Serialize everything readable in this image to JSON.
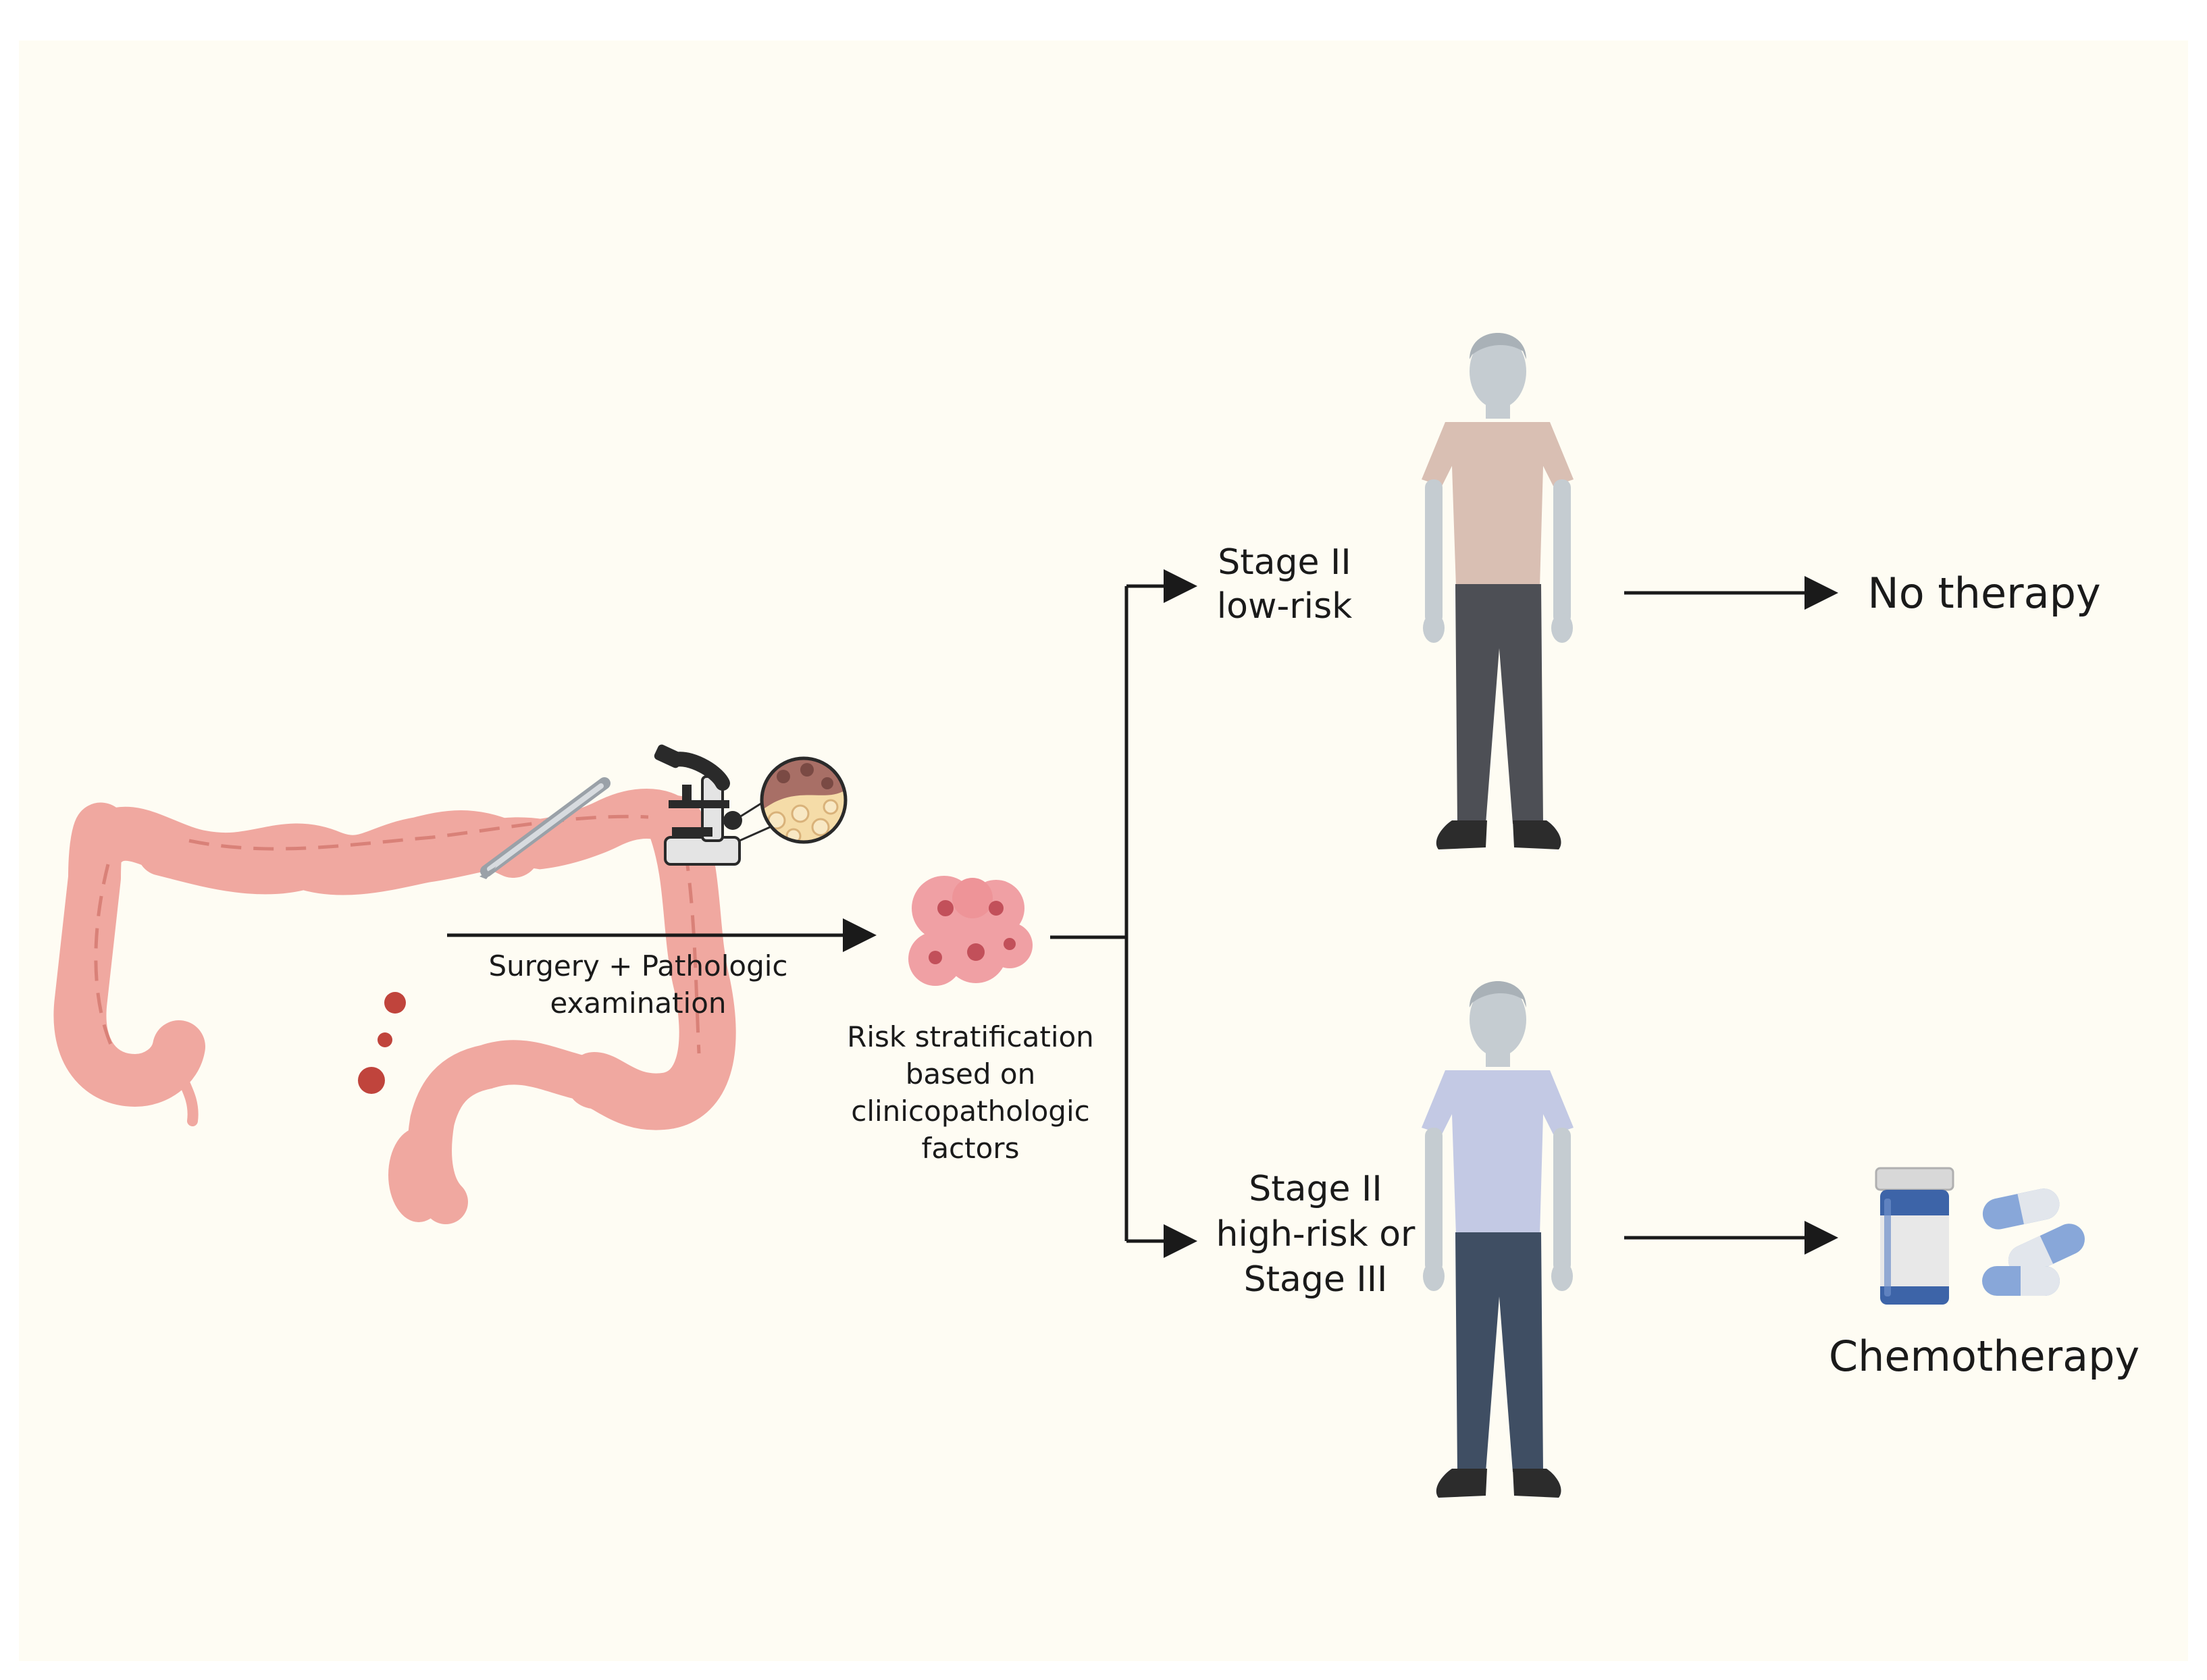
{
  "labels": {
    "surgery_line1": "Surgery + Pathologic",
    "surgery_line2": "examination",
    "risk_line1": "Risk stratification",
    "risk_line2": "based on",
    "risk_line3": "clinicopathologic",
    "risk_line4": "factors",
    "low_line1": "Stage II",
    "low_line2": "low-risk",
    "high_line1": "Stage II",
    "high_line2": "high-risk or",
    "high_line3": "Stage III",
    "no_therapy": "No therapy",
    "chemotherapy": "Chemotherapy"
  },
  "colors": {
    "background": "#fefcf3",
    "colon": "#f0a8a0",
    "colon_dark": "#d98178",
    "tumor": "#c0443c",
    "person_skin": "#c5ccd1",
    "low_shirt": "#d9bfb3",
    "low_pants": "#4d4f55",
    "high_shirt": "#c3c9e4",
    "high_pants": "#3f4e63",
    "shoe": "#2c2c2c",
    "arrow": "#1a1a1a",
    "pill_bottle": "#3d64a8",
    "pill": "#88a7d9"
  },
  "icons": [
    "colon-icon",
    "scalpel-icon",
    "microscope-icon",
    "tissue-magnifier-icon",
    "cancer-cells-icon",
    "person-low-risk-icon",
    "person-high-risk-icon",
    "pill-bottle-icon",
    "pills-icon"
  ]
}
